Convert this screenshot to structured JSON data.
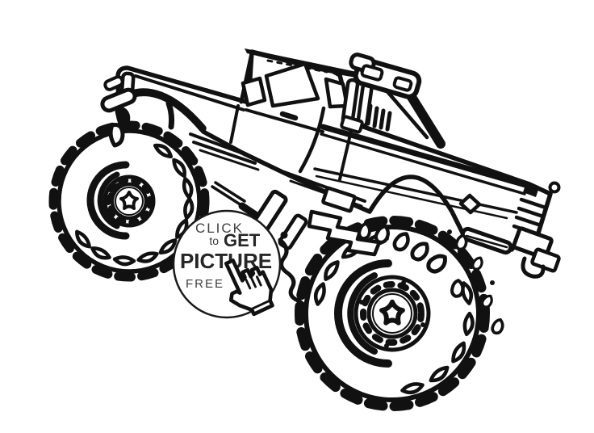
{
  "page": {
    "background": "#ffffff"
  },
  "illustration": {
    "alt": "Monster truck coloring page line art: pickup truck with oversized knobby tires, roll bar with light pod, mud splashes",
    "stroke_color": "#111111"
  },
  "badge": {
    "line1": "CLICK",
    "line2_small": "to",
    "line2_big": "GET",
    "line3": "PICTURE",
    "line4": "FREE",
    "text_color": "#3d3d3d",
    "bold_color": "#262626",
    "circle_color": "#1a1a1a",
    "fill": "#ffffff",
    "icon": "hand-cursor-icon"
  }
}
